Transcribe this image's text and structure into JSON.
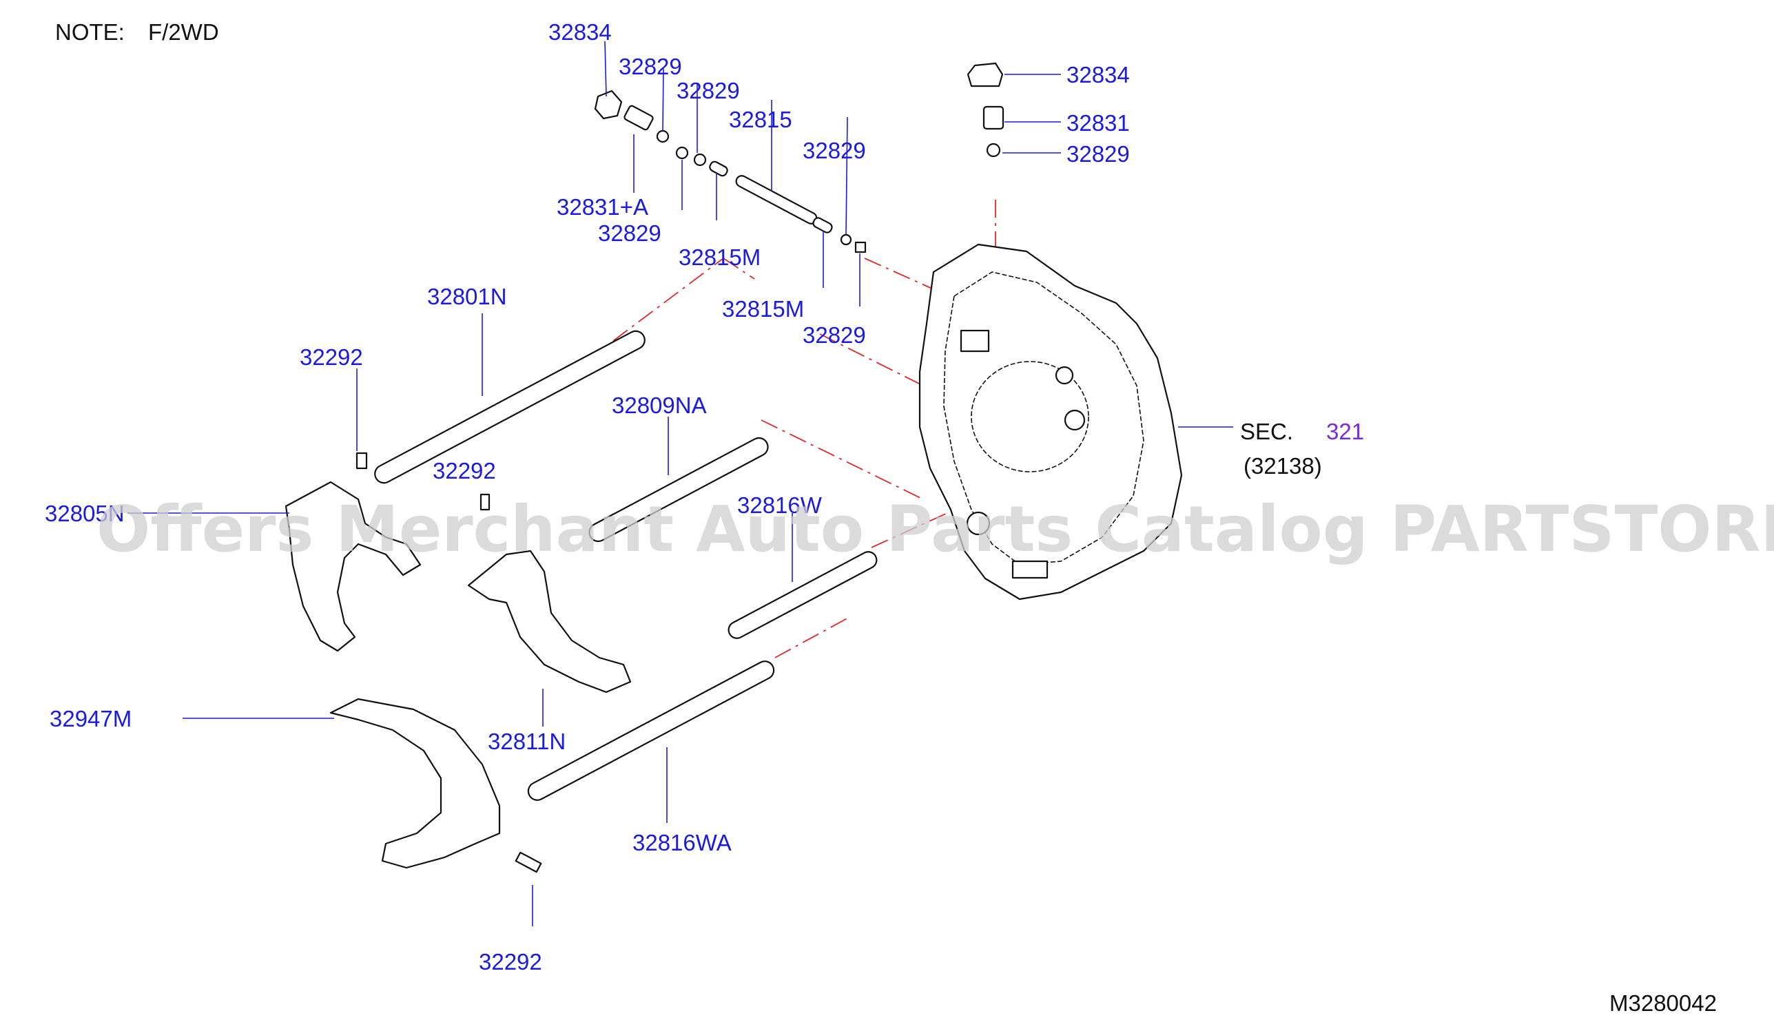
{
  "note": {
    "label": "NOTE:",
    "value": "F/2WD"
  },
  "diagram_code": "M3280042",
  "watermark": "Offers Merchant Auto Parts Catalog PARTSTORE.SA",
  "section": {
    "prefix": "SEC.",
    "link": "321",
    "sub": "(32138)"
  },
  "parts": {
    "p32834_top": "32834",
    "p32829_a": "32829",
    "p32829_b": "32829",
    "p32815": "32815",
    "p32829_c": "32829",
    "p32831a": "32831+A",
    "p32829_d": "32829",
    "p32815m_a": "32815M",
    "p32815m_b": "32815M",
    "p32829_e": "32829",
    "p32834_right": "32834",
    "p32831": "32831",
    "p32829_right": "32829",
    "p32801n": "32801N",
    "p32292_a": "32292",
    "p32809na": "32809NA",
    "p32292_b": "32292",
    "p32805n": "32805N",
    "p32816w": "32816W",
    "p32947m": "32947M",
    "p32811n": "32811N",
    "p32816wa": "32816WA",
    "p32292_c": "32292"
  },
  "colors": {
    "label": "#1a1ae6",
    "link": "#7a2bd6",
    "phantom_line": "#e0282c",
    "linework": "#111111"
  }
}
